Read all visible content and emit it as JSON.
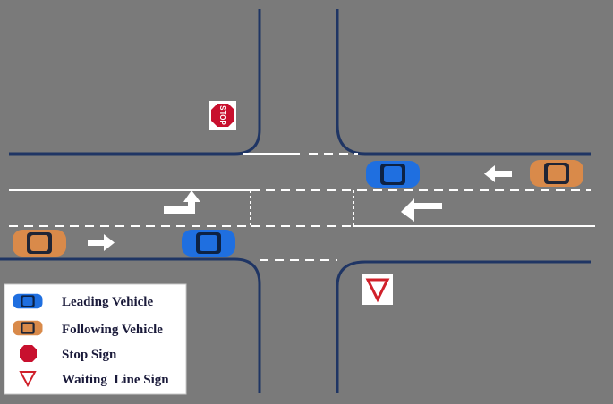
{
  "colors": {
    "ground": "#7a7a7a",
    "curb": "#1f3564",
    "lane_marking": "#ffffff",
    "leading_vehicle": "#1f6fe0",
    "following_vehicle": "#d98a4a",
    "stop_sign": "#c8102e",
    "yield_sign": "#d0202a",
    "legend_bg": "#ffffff"
  },
  "signs": {
    "stop_text": "STOP"
  },
  "legend": {
    "items": [
      {
        "icon": "leading-vehicle-icon",
        "label": "Leading Vehicle"
      },
      {
        "icon": "following-vehicle-icon",
        "label": "Following Vehicle"
      },
      {
        "icon": "stop-sign-icon",
        "label": "Stop Sign"
      },
      {
        "icon": "yield-sign-icon",
        "label": "Waiting  Line Sign"
      }
    ]
  },
  "vehicles": [
    {
      "role": "leading",
      "heading": "left"
    },
    {
      "role": "leading",
      "heading": "right"
    },
    {
      "role": "following",
      "heading": "left"
    },
    {
      "role": "following",
      "heading": "right"
    }
  ],
  "arrows": [
    {
      "icon": "left-arrow-icon"
    },
    {
      "icon": "left-arrow-icon"
    },
    {
      "icon": "right-turn-arrow-icon"
    },
    {
      "icon": "right-arrow-icon"
    }
  ]
}
